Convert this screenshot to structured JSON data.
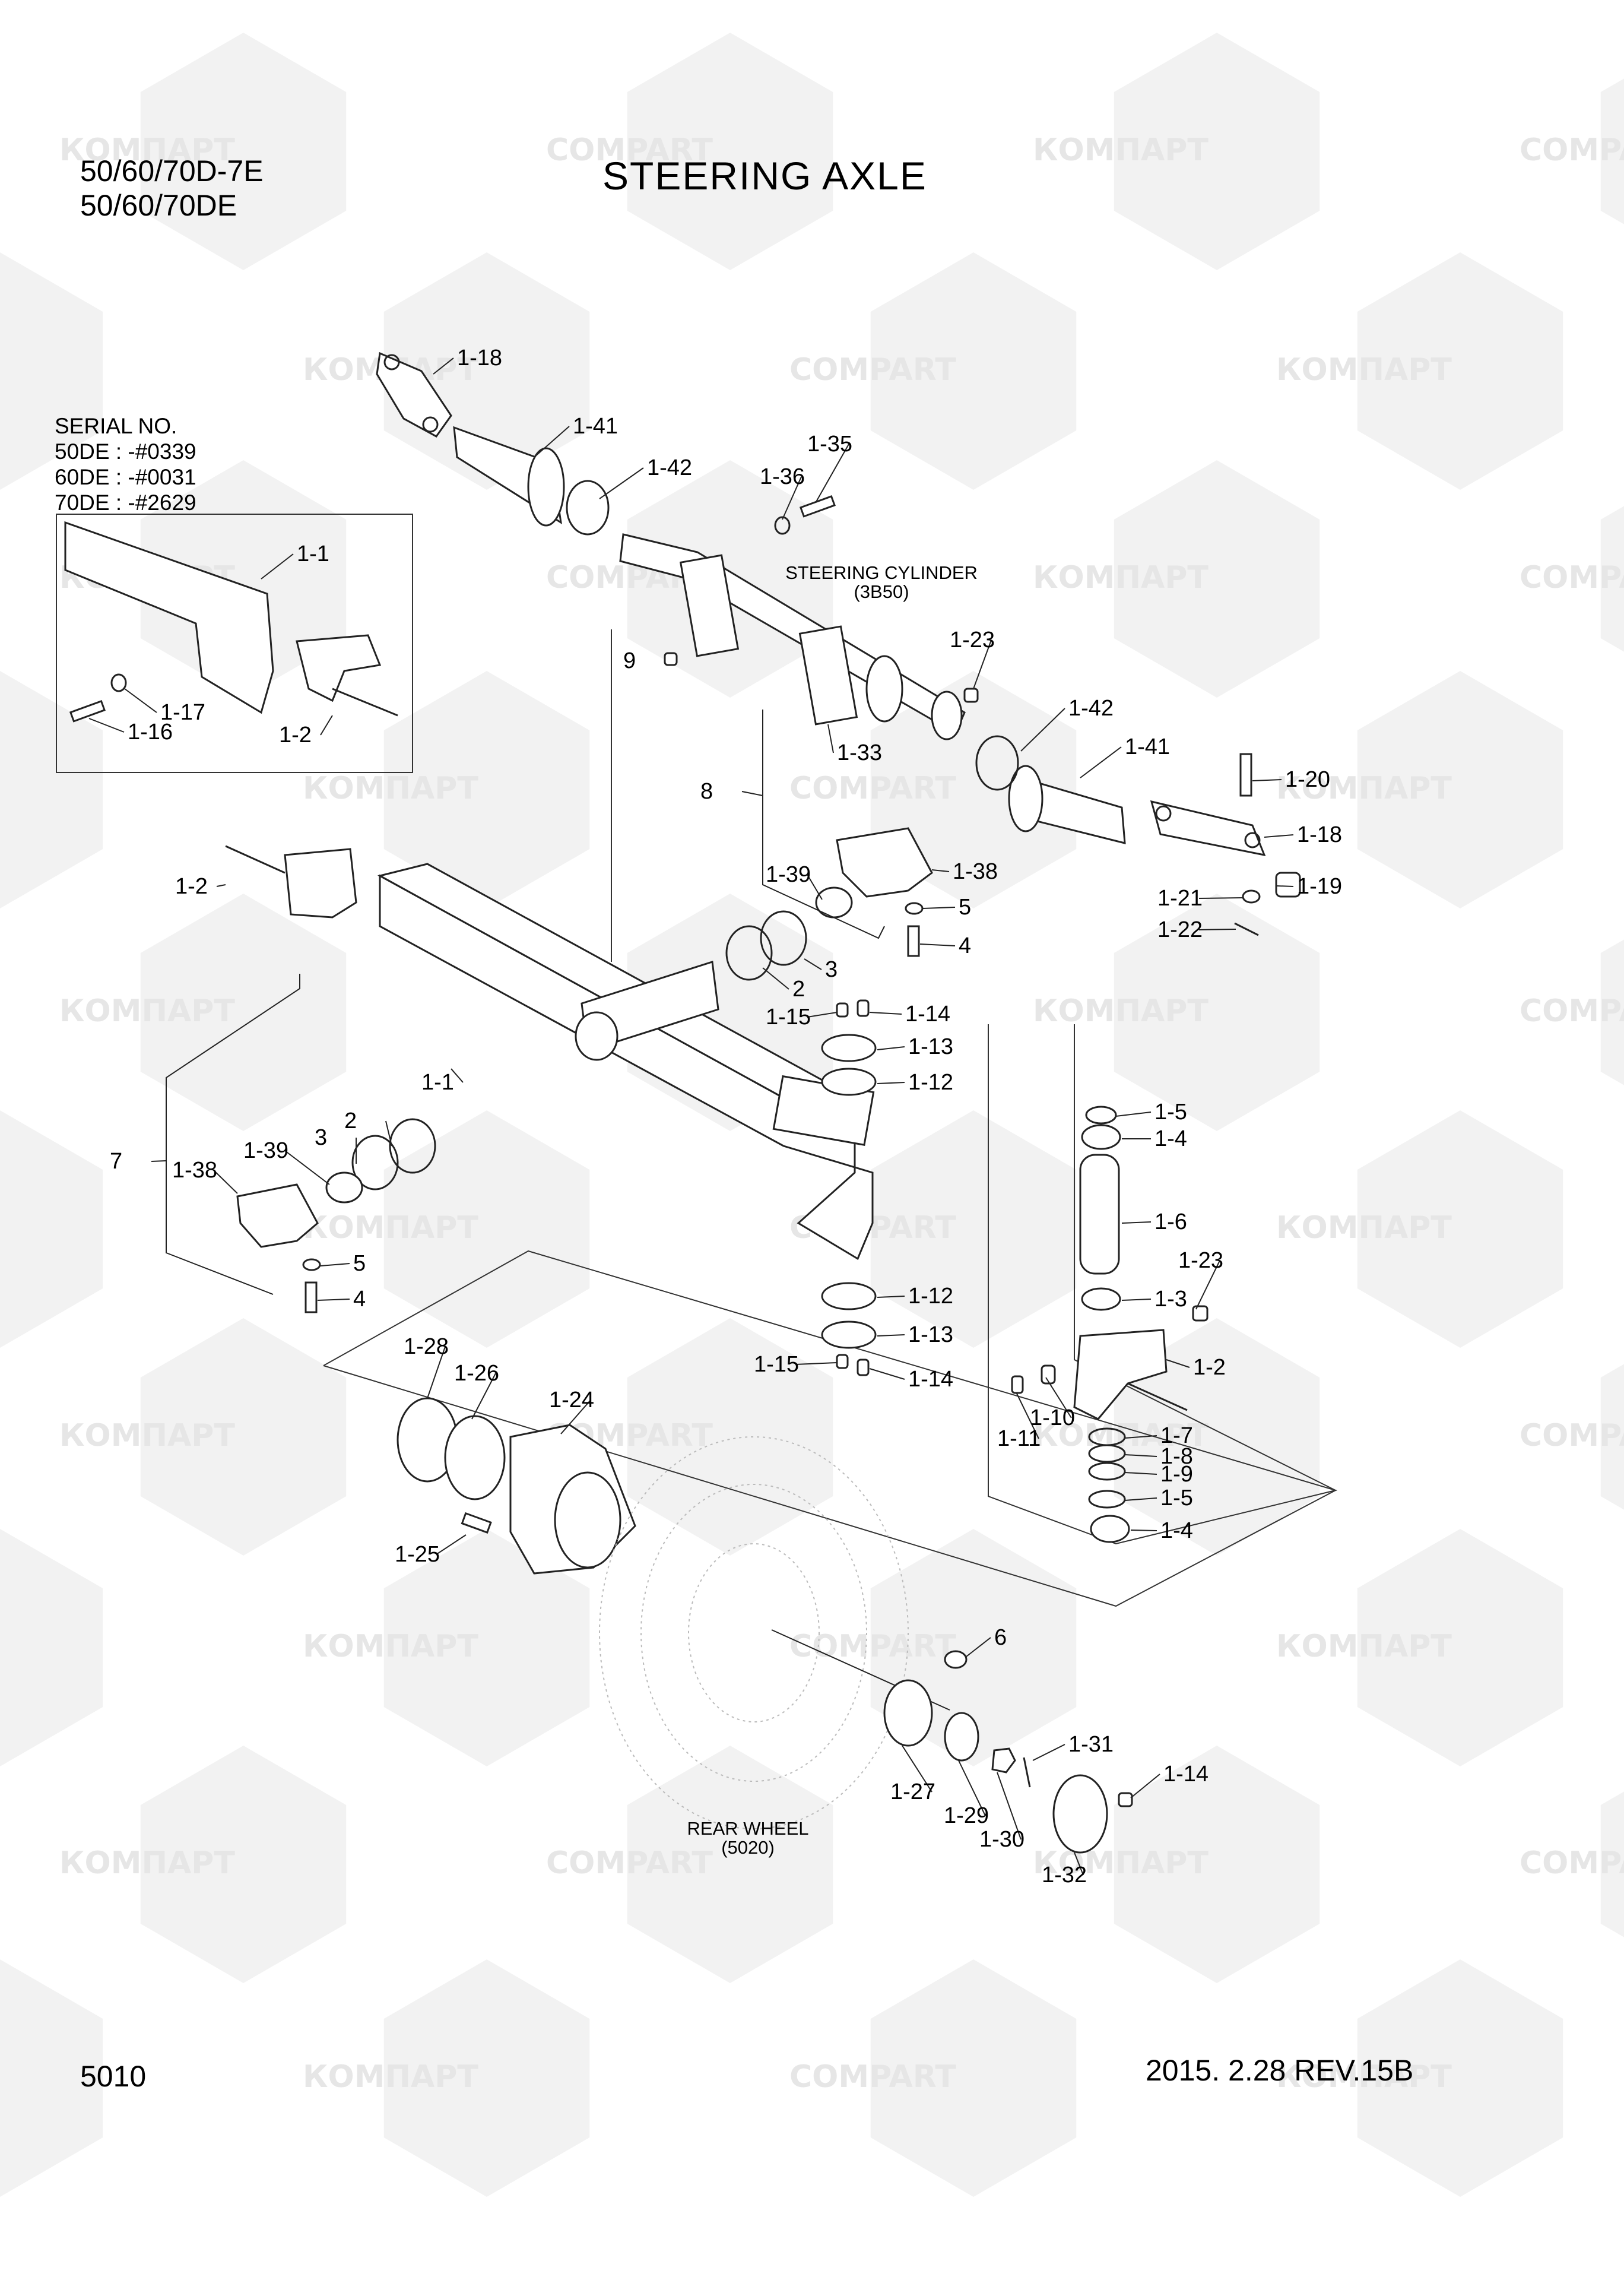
{
  "header": {
    "models": [
      "50/60/70D-7E",
      "50/60/70DE"
    ],
    "title": "STEERING AXLE"
  },
  "serial_box": {
    "lines": [
      "SERIAL NO.",
      "50DE : -#0339",
      "60DE : -#0031",
      "70DE : -#2629"
    ]
  },
  "notes": {
    "steering_cylinder": [
      "STEERING CYLINDER",
      "(3B50)"
    ],
    "rear_wheel": [
      "REAR WHEEL",
      "(5020)"
    ]
  },
  "footer": {
    "page_number": "5010",
    "revision": "2015. 2.28  REV.15B"
  },
  "watermark": {
    "words": [
      "КОМПАРТ",
      "COMPART"
    ]
  },
  "callouts": [
    {
      "text": "1-18"
    },
    {
      "text": "1-41"
    },
    {
      "text": "1-42"
    },
    {
      "text": "1-36"
    },
    {
      "text": "1-35"
    },
    {
      "text": "1-1"
    },
    {
      "text": "1-2"
    },
    {
      "text": "1-17"
    },
    {
      "text": "1-16"
    },
    {
      "text": "9"
    },
    {
      "text": "1-23"
    },
    {
      "text": "1-42"
    },
    {
      "text": "1-41"
    },
    {
      "text": "1-33"
    },
    {
      "text": "1-20"
    },
    {
      "text": "1-18"
    },
    {
      "text": "1-19"
    },
    {
      "text": "1-21"
    },
    {
      "text": "1-22"
    },
    {
      "text": "8"
    },
    {
      "text": "1-39"
    },
    {
      "text": "1-38"
    },
    {
      "text": "5"
    },
    {
      "text": "4"
    },
    {
      "text": "1-2"
    },
    {
      "text": "3"
    },
    {
      "text": "2"
    },
    {
      "text": "1-15"
    },
    {
      "text": "1-14"
    },
    {
      "text": "1-13"
    },
    {
      "text": "1-12"
    },
    {
      "text": "1-1"
    },
    {
      "text": "2"
    },
    {
      "text": "3"
    },
    {
      "text": "1-39"
    },
    {
      "text": "7"
    },
    {
      "text": "1-38"
    },
    {
      "text": "5"
    },
    {
      "text": "4"
    },
    {
      "text": "1-5"
    },
    {
      "text": "1-4"
    },
    {
      "text": "1-6"
    },
    {
      "text": "1-23"
    },
    {
      "text": "1-3"
    },
    {
      "text": "1-12"
    },
    {
      "text": "1-13"
    },
    {
      "text": "1-15"
    },
    {
      "text": "1-14"
    },
    {
      "text": "1-2"
    },
    {
      "text": "1-10"
    },
    {
      "text": "1-11"
    },
    {
      "text": "1-7"
    },
    {
      "text": "1-8"
    },
    {
      "text": "1-9"
    },
    {
      "text": "1-5"
    },
    {
      "text": "1-4"
    },
    {
      "text": "1-28"
    },
    {
      "text": "1-26"
    },
    {
      "text": "1-24"
    },
    {
      "text": "1-25"
    },
    {
      "text": "6"
    },
    {
      "text": "1-31"
    },
    {
      "text": "1-14"
    },
    {
      "text": "1-27"
    },
    {
      "text": "1-29"
    },
    {
      "text": "1-30"
    },
    {
      "text": "1-32"
    }
  ]
}
